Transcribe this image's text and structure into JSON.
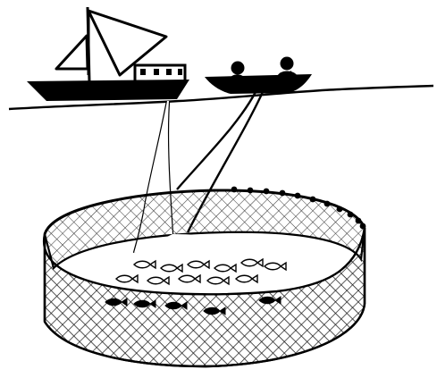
{
  "scene": {
    "subject": "purse-seine",
    "colors": {
      "ink": "#000000",
      "paper": "#ffffff",
      "net_mesh": "#1a1a1a"
    },
    "icons": [
      "sailboat-icon",
      "small-boat-icon",
      "fish-icon",
      "float-icon"
    ],
    "fish_rows": 2,
    "floats_visible": 11
  }
}
